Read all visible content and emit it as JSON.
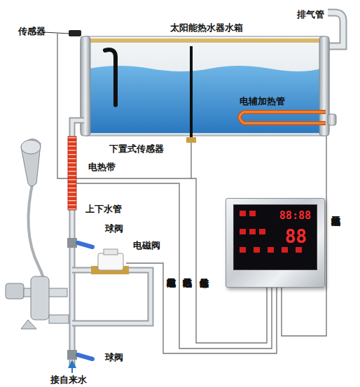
{
  "diagram": {
    "nodes": [
      {
        "text": [
          "88:88",
          "88"
        ]
      }
    ],
    "labels": [
      "太阳能热水器水箱",
      "排气管",
      "传感器",
      "电辅加热管",
      "下置式传感器",
      "电热带",
      "上下水管",
      "球阀",
      "电磁阀",
      "电磁阀二芯线",
      "电热带二芯线",
      "传感器信号线",
      "电辅加热三芯线",
      "球阀",
      "接自来水"
    ]
  }
}
